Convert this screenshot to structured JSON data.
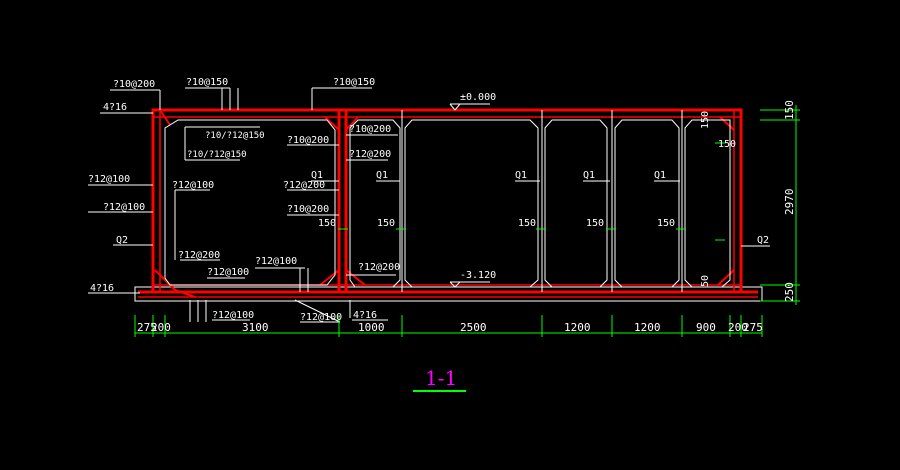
{
  "drawing": {
    "section_title": "1-1",
    "elevation_top": "±0.000",
    "elevation_bottom": "-3.120",
    "rebar_labels": {
      "top_left_1": "?10@200",
      "top_left_2": "?10@150",
      "top_right": "?10@150",
      "left_4_16_top": "4?16",
      "left_4_16_bottom": "4?16",
      "mid_4_16": "4?16",
      "corner_a": "?10/?12@150",
      "corner_b": "?10/?12@150",
      "wall_left_1": "?12@100",
      "wall_left_2": "?12@100",
      "wall_inner_1": "?12@100",
      "inner_col_a": "?10@200",
      "inner_col_b": "?12@200",
      "inner_col_c": "?10@200",
      "inner_col_d": "?12@200",
      "inner_col_e": "?10@200",
      "bottom_1": "?12@200",
      "bottom_2": "?12@100",
      "bottom_3": "?12@100",
      "bottom_4": "?12@200",
      "slab_1": "?12@100",
      "slab_2": "?12@100"
    },
    "wall_labels": {
      "q2_left": "Q2",
      "q2_right": "Q2",
      "q1_a": "Q1",
      "q1_b": "Q1",
      "q1_c": "Q1",
      "q1_d": "Q1",
      "q1_e": "Q1"
    },
    "small_dims": {
      "d150_a": "150",
      "d150_b": "150",
      "d150_c": "150",
      "d150_d": "150",
      "d150_e": "150",
      "d150_f": "150",
      "d150_g": "150",
      "d50": "50"
    },
    "right_dims": [
      "150",
      "2970",
      "250"
    ],
    "bottom_dims": [
      "275",
      "200",
      "3100",
      "1000",
      "2500",
      "1200",
      "1200",
      "900",
      "200",
      "275"
    ],
    "colors": {
      "structure": "#ff0000",
      "outline": "#ffffff",
      "dimension": "#00ff00",
      "title": "#ff00ff",
      "background": "#000000"
    }
  }
}
